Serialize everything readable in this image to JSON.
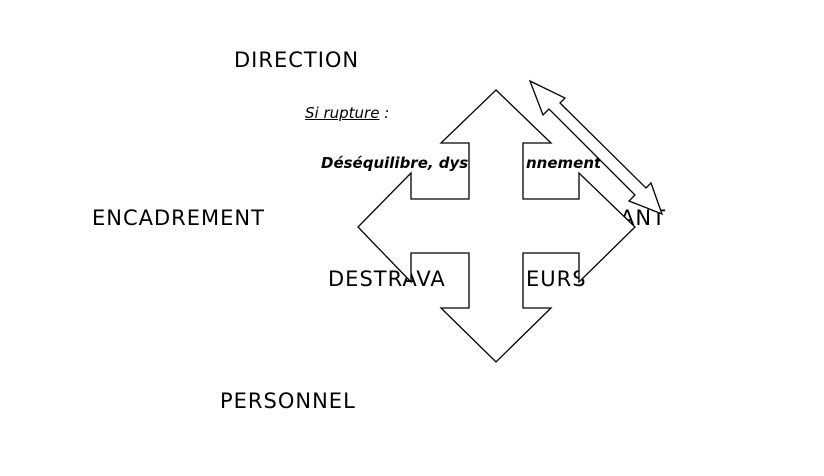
{
  "labels": {
    "direction": "DIRECTION",
    "encadrement": "ENCADREMENT",
    "personnel": "PERSONNEL",
    "right_fragment": "ANT",
    "bottom_left_fragment": "DESTRAVA",
    "bottom_right_fragment": "EURS"
  },
  "note": {
    "heading": "Si rupture",
    "colon": " :",
    "text_left": "Déséquilibre, dyst",
    "text_right": "nnement"
  },
  "colors": {
    "stroke": "#000000",
    "fill": "#ffffff"
  }
}
